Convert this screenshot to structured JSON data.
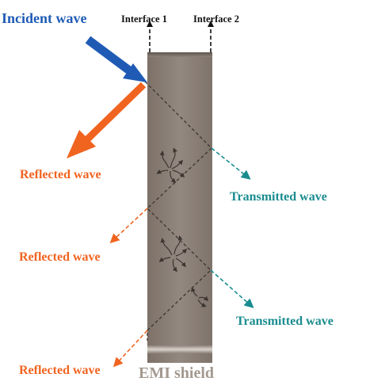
{
  "figure": {
    "interfaces": [
      "Interface 1",
      "Interface 2"
    ],
    "incident_label": "Incident wave",
    "reflected_labels": [
      "Reflected wave",
      "Reflected wave",
      "Reflected wave"
    ],
    "transmitted_labels": [
      "Transmitted wave",
      "Transmitted wave"
    ],
    "shield_label": "EMI shield"
  },
  "colors": {
    "incident": "#1f5bb5",
    "reflected": "#f06420",
    "transmitted": "#1a8c8f",
    "shield": "#8e8279",
    "shield_label": "#a39990",
    "internal_path": "#3d3530"
  }
}
